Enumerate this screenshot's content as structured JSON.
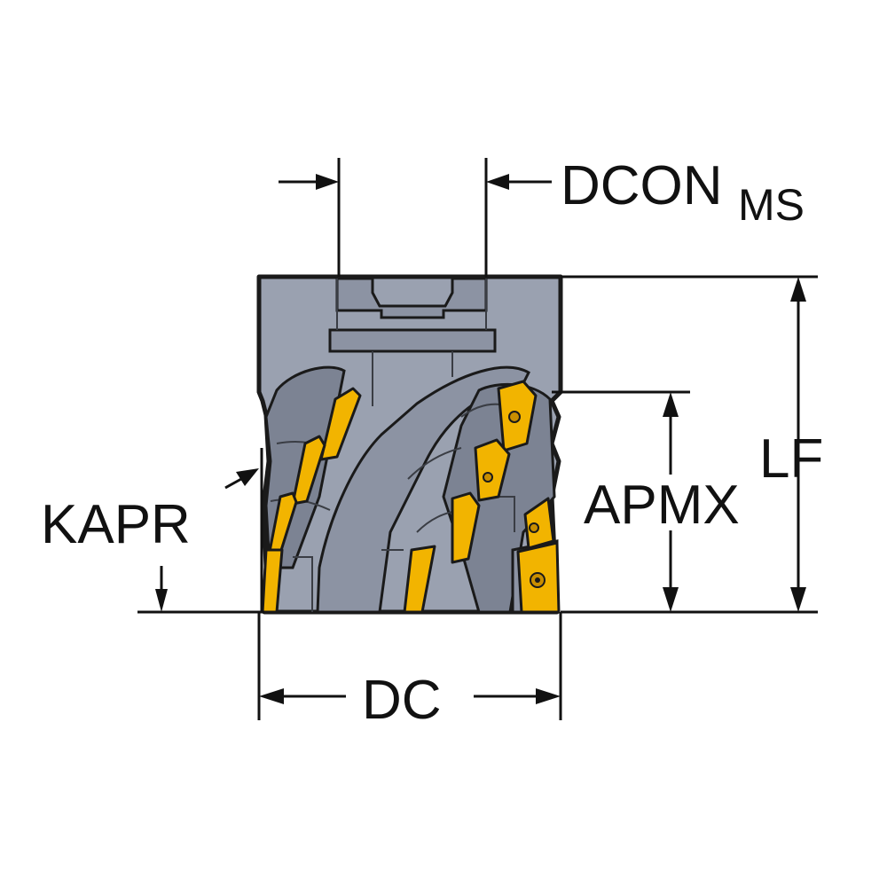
{
  "labels": {
    "dcon_main": "DCON",
    "dcon_sub": "MS",
    "lf": "LF",
    "apmx": "APMX",
    "kapr": "KAPR",
    "dc": "DC"
  },
  "colors": {
    "tool_body": "#9aa1b0",
    "insert": "#f2b400",
    "lines": "#111111",
    "background": "#ffffff"
  }
}
